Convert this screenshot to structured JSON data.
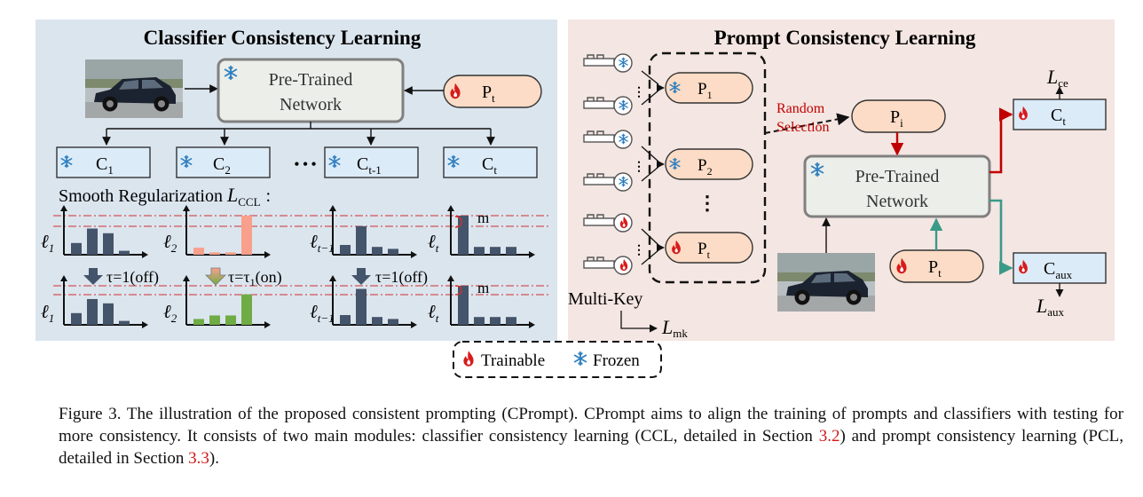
{
  "ccl": {
    "title": "Classifier Consistency Learning",
    "ptn_line1": "Pre-Trained",
    "ptn_line2": "Network",
    "pt_label": "P",
    "pt_sub": "t",
    "classifiers": [
      {
        "base": "C",
        "sub": "1"
      },
      {
        "base": "C",
        "sub": "2"
      },
      {
        "base": "C",
        "sub": "t-1"
      },
      {
        "base": "C",
        "sub": "t"
      }
    ],
    "dots": "• • •",
    "reg_text": "Smooth Regularization ",
    "reg_loss_base": "L",
    "reg_loss_sub": "CCL",
    "reg_colon": ":",
    "ell_symbol": "ℓ",
    "chart_subs": [
      "1",
      "2",
      "t−1",
      "t"
    ],
    "tau_labels": [
      {
        "text": "τ=1(off)"
      },
      {
        "text": "τ=τ",
        "sub": "1",
        "suffix": "(on)"
      },
      {
        "text": "τ=1(off)"
      }
    ],
    "margin_label": "m"
  },
  "pcl": {
    "title": "Prompt Consistency Learning",
    "prompts": [
      {
        "base": "P",
        "sub": "1"
      },
      {
        "base": "P",
        "sub": "2"
      },
      {
        "base": "P",
        "sub": "t"
      }
    ],
    "vdots": "⋮",
    "random_selection": [
      "Random",
      "Selection"
    ],
    "pi_base": "P",
    "pi_sub": "i",
    "ptn_line1": "Pre-Trained",
    "ptn_line2": "Network",
    "pt_base": "P",
    "pt_sub": "t",
    "ct_base": "C",
    "ct_sub": "t",
    "caux_base": "C",
    "caux_sub": "aux",
    "loss_ce_base": "L",
    "loss_ce_sub": "ce",
    "loss_aux_base": "L",
    "loss_aux_sub": "aux",
    "multikey": "Multi-Key",
    "loss_mk_base": "L",
    "loss_mk_sub": "mk"
  },
  "legend": {
    "trainable": "Trainable",
    "frozen": "Frozen"
  },
  "caption": {
    "part1": "Figure 3. The illustration of the proposed consistent prompting (CPrompt). CPrompt aims to align the training of prompts and classifiers with testing for more consistency. It consists of two main modules: classifier consistency learning (CCL, detailed in Section ",
    "ref1": "3.2",
    "part2": ") and prompt consistency learning (PCL, detailed in Section ",
    "ref2": "3.3",
    "part3": ")."
  },
  "colors": {
    "left_panel_bg": "#dbe5ee",
    "right_panel_bg": "#f4e6e2",
    "network_box": "#eceee9",
    "classifier_box": "#dcebf8",
    "prompt_box": "#fcdcc6",
    "bar_dark": "#44546a",
    "bar_salmon": "#f8a08c",
    "bar_green": "#6fac46",
    "red_arrow": "#c00000",
    "teal_arrow": "#3a9a88",
    "dashed_red": "#d03030"
  },
  "icons": [
    "snowflake-icon",
    "flame-icon",
    "car-photo",
    "key-icon"
  ],
  "bar_values": {
    "upper": [
      [
        0.3,
        0.67,
        0.55,
        0.1
      ],
      [
        0.18,
        0.06,
        0.06,
        1.0
      ],
      [
        0.25,
        0.73,
        0.2,
        0.15
      ],
      [
        1.0,
        0.2,
        0.2,
        0.2
      ]
    ],
    "lower": [
      [
        0.3,
        0.66,
        0.55,
        0.1
      ],
      [
        0.15,
        0.24,
        0.24,
        0.78
      ],
      [
        0.25,
        0.92,
        0.2,
        0.15
      ],
      [
        1.0,
        0.2,
        0.2,
        0.2
      ]
    ]
  }
}
